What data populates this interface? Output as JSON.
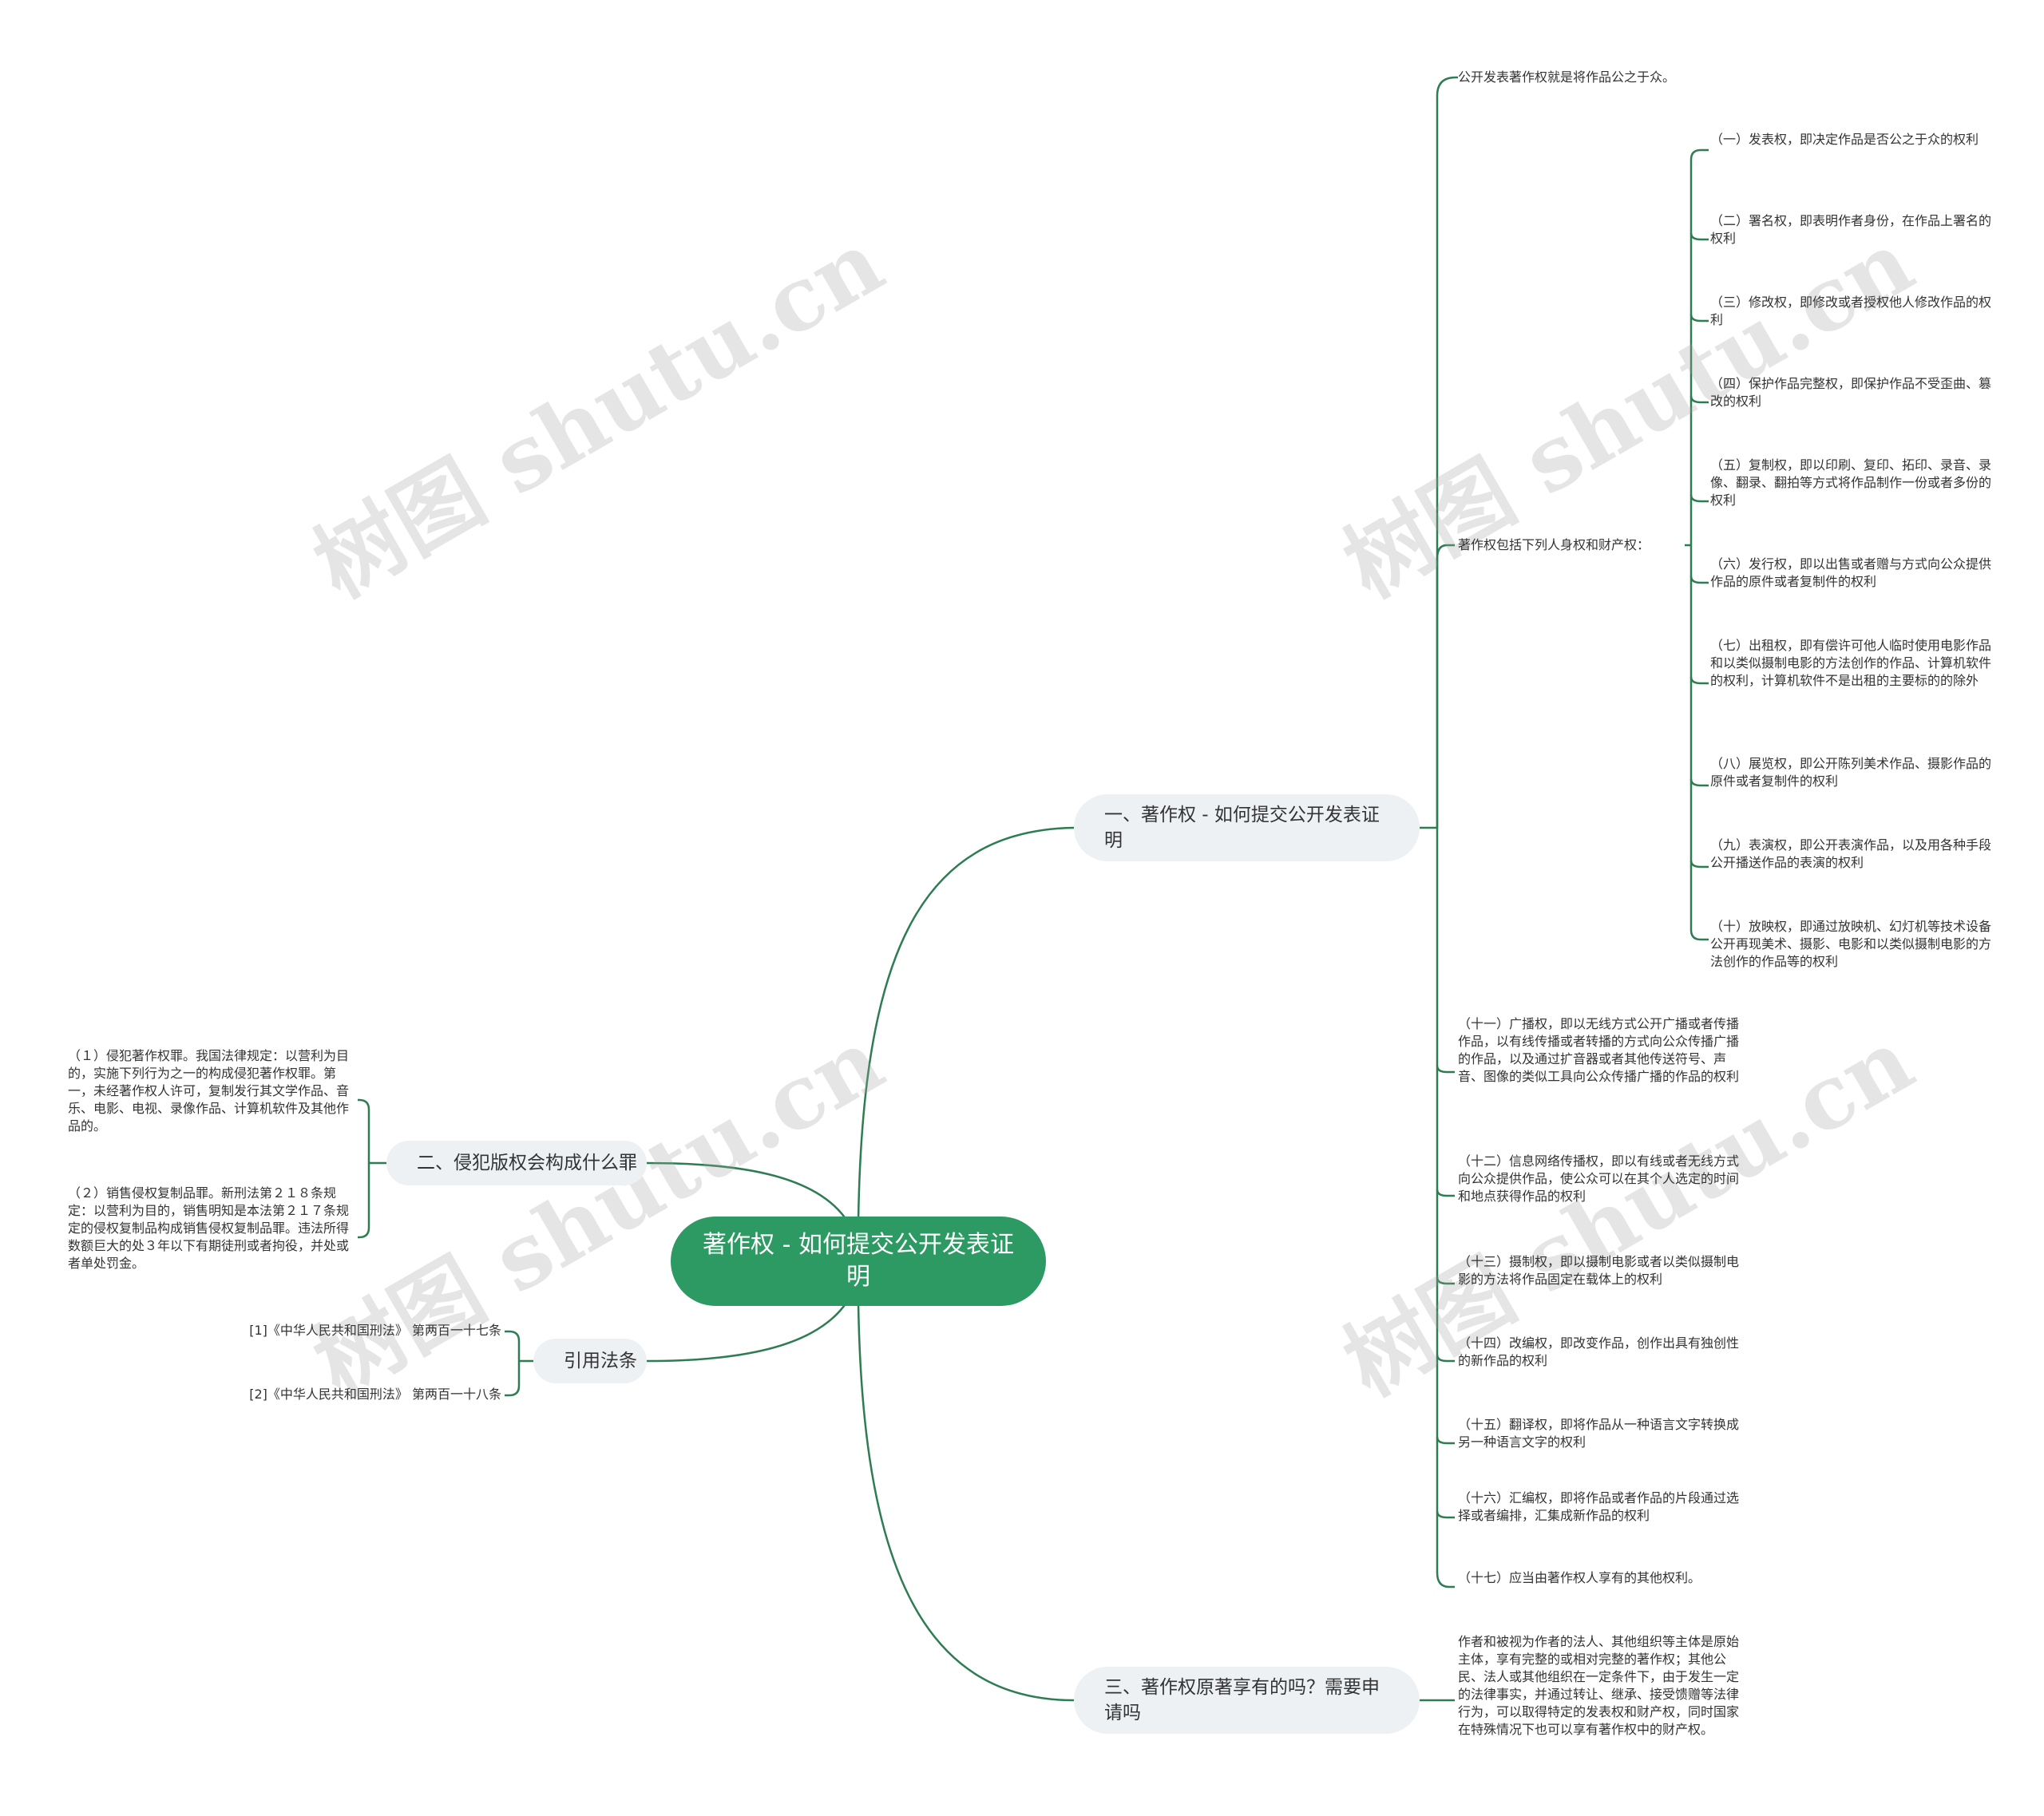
{
  "watermark_text": "树图 shutu.cn",
  "colors": {
    "line": "#2e7d52",
    "root_bg": "#2e9a63",
    "branch_bg": "#eef1f4"
  },
  "root": "著作权 - 如何提交公开发表证明",
  "branches": {
    "b1": "一、著作权 - 如何提交公开发表证明",
    "b2": "二、侵犯版权会构成什么罪",
    "b3": "三、著作权原著享有的吗？需要申请吗",
    "b4": "引用法条"
  },
  "b1_children": {
    "public": "公开发表著作权就是将作品公之于众。",
    "includes": "著作权包括下列人身权和财产权：",
    "rights_1_10": [
      "（一）发表权，即决定作品是否公之于众的权利",
      "（二）署名权，即表明作者身份，在作品上署名的权利",
      "（三）修改权，即修改或者授权他人修改作品的权利",
      "（四）保护作品完整权，即保护作品不受歪曲、篡改的权利",
      "（五）复制权，即以印刷、复印、拓印、录音、录像、翻录、翻拍等方式将作品制作一份或者多份的权利",
      "（六）发行权，即以出售或者赠与方式向公众提供作品的原件或者复制件的权利",
      "（七）出租权，即有偿许可他人临时使用电影作品和以类似摄制电影的方法创作的作品、计算机软件的权利，计算机软件不是出租的主要标的的除外",
      "（八）展览权，即公开陈列美术作品、摄影作品的原件或者复制件的权利",
      "（九）表演权，即公开表演作品，以及用各种手段公开播送作品的表演的权利",
      "（十）放映权，即通过放映机、幻灯机等技术设备公开再现美术、摄影、电影和以类似摄制电影的方法创作的作品等的权利"
    ],
    "rights_11_17": [
      "（十一）广播权，即以无线方式公开广播或者传播作品，以有线传播或者转播的方式向公众传播广播的作品，以及通过扩音器或者其他传送符号、声音、图像的类似工具向公众传播广播的作品的权利",
      "（十二）信息网络传播权，即以有线或者无线方式向公众提供作品，使公众可以在其个人选定的时间和地点获得作品的权利",
      "（十三）摄制权，即以摄制电影或者以类似摄制电影的方法将作品固定在载体上的权利",
      "（十四）改编权，即改变作品，创作出具有独创性的新作品的权利",
      "（十五）翻译权，即将作品从一种语言文字转换成另一种语言文字的权利",
      "（十六）汇编权，即将作品或者作品的片段通过选择或者编排，汇集成新作品的权利",
      "（十七）应当由著作权人享有的其他权利。"
    ]
  },
  "b2_children": [
    "（１）侵犯著作权罪。我国法律规定：以营利为目的，实施下列行为之一的构成侵犯著作权罪。第一，未经著作权人许可，复制发行其文学作品、音乐、电影、电视、录像作品、计算机软件及其他作品的。",
    "（２）销售侵权复制品罪。新刑法第２１８条规定：以营利为目的，销售明知是本法第２１７条规定的侵权复制品构成销售侵权复制品罪。违法所得数额巨大的处３年以下有期徒刑或者拘役，并处或者单处罚金。"
  ],
  "b3_child": "作者和被视为作者的法人、其他组织等主体是原始主体，享有完整的或相对完整的著作权；其他公民、法人或其他组织在一定条件下，由于发生一定的法律事实，并通过转让、继承、接受馈赠等法律行为，可以取得特定的发表权和财产权，同时国家在特殊情况下也可以享有著作权中的财产权。",
  "b4_children": [
    "[1]《中华人民共和国刑法》 第两百一十七条",
    "[2]《中华人民共和国刑法》 第两百一十八条"
  ]
}
